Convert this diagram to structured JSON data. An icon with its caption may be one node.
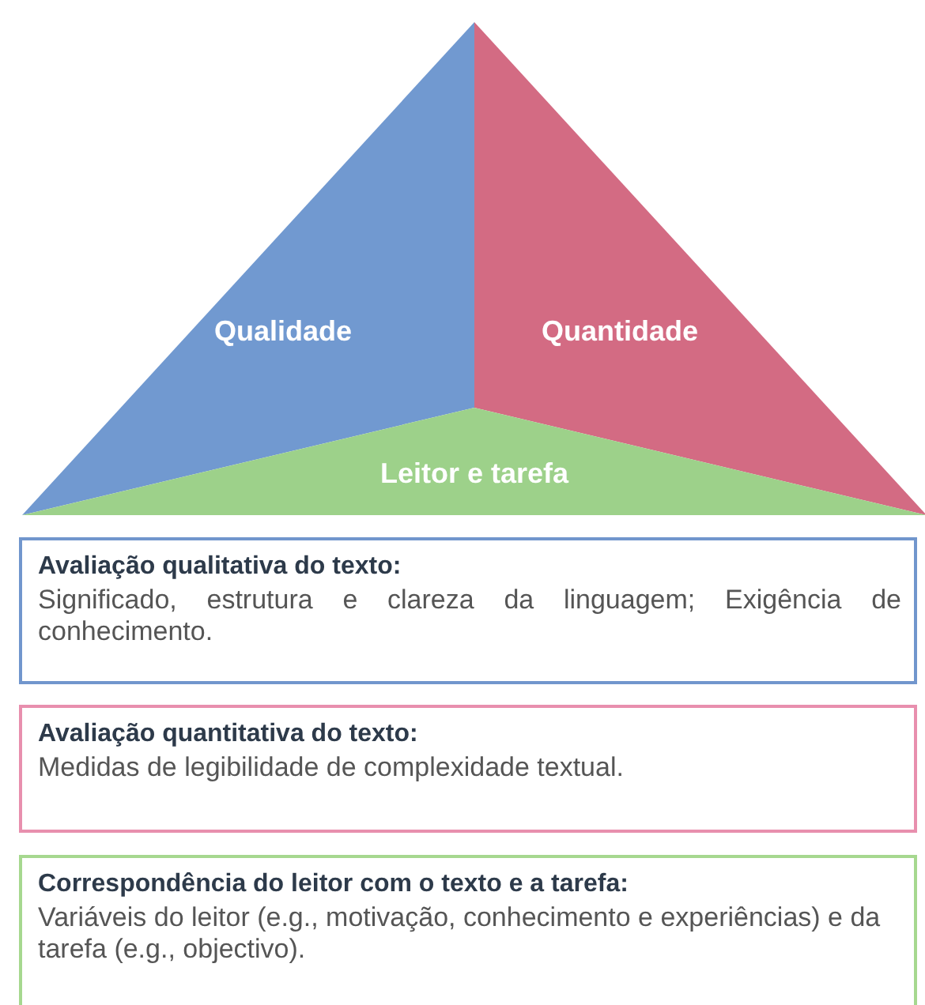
{
  "diagram": {
    "nodes": [
      {
        "text": [
          "Qualidade"
        ]
      },
      {
        "text": [
          "Quantidade"
        ]
      },
      {
        "text": [
          "Leitor e tarefa"
        ]
      },
      {
        "text": [
          "Avaliação qualitativa do texto:",
          "Significado, estrutura e clareza da linguagem; Exigência de conhecimento."
        ]
      },
      {
        "text": [
          "Avaliação quantitativa do texto:",
          "Medidas de legibilidade de complexidade textual."
        ]
      },
      {
        "text": [
          "Correspondência do leitor com o texto e a tarefa:",
          "Variáveis do leitor (e.g., motivação, conhecimento e experiências) e da tarefa (e.g., objectivo)."
        ]
      }
    ],
    "edges": []
  }
}
